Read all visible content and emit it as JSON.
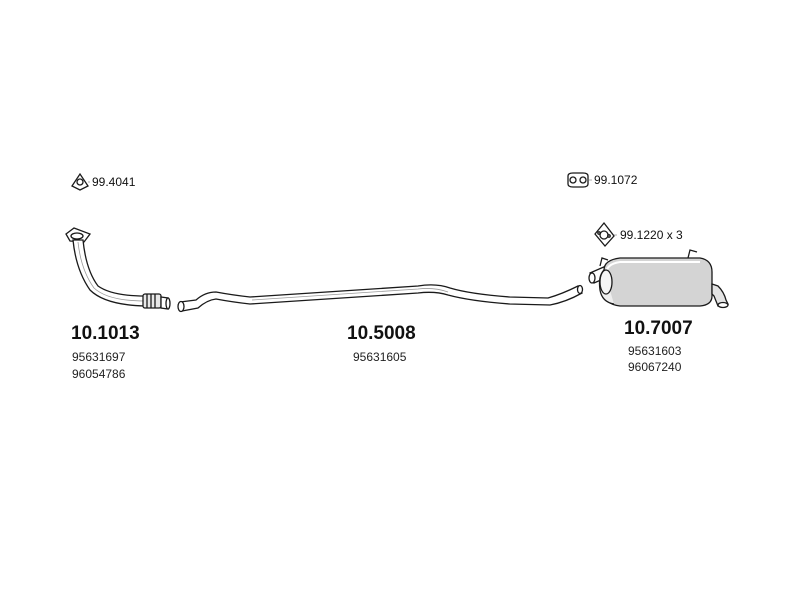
{
  "accessories": [
    {
      "icon": "ring-gasket-icon",
      "code": "99.4041"
    },
    {
      "icon": "oval-gasket-icon",
      "code": "99.1072"
    },
    {
      "icon": "flange-gasket-icon",
      "code": "99.1220 x 3"
    }
  ],
  "parts": [
    {
      "component": "front-pipe",
      "number": "10.1013",
      "oem": [
        "95631697",
        "96054786"
      ]
    },
    {
      "component": "middle-pipe",
      "number": "10.5008",
      "oem": [
        "95631605"
      ]
    },
    {
      "component": "rear-silencer",
      "number": "10.7007",
      "oem": [
        "95631603",
        "96067240"
      ]
    }
  ],
  "colors": {
    "line": "#1a1a1a",
    "fill": "#ffffff",
    "shade": "#cfcfcf",
    "text": "#111111"
  }
}
